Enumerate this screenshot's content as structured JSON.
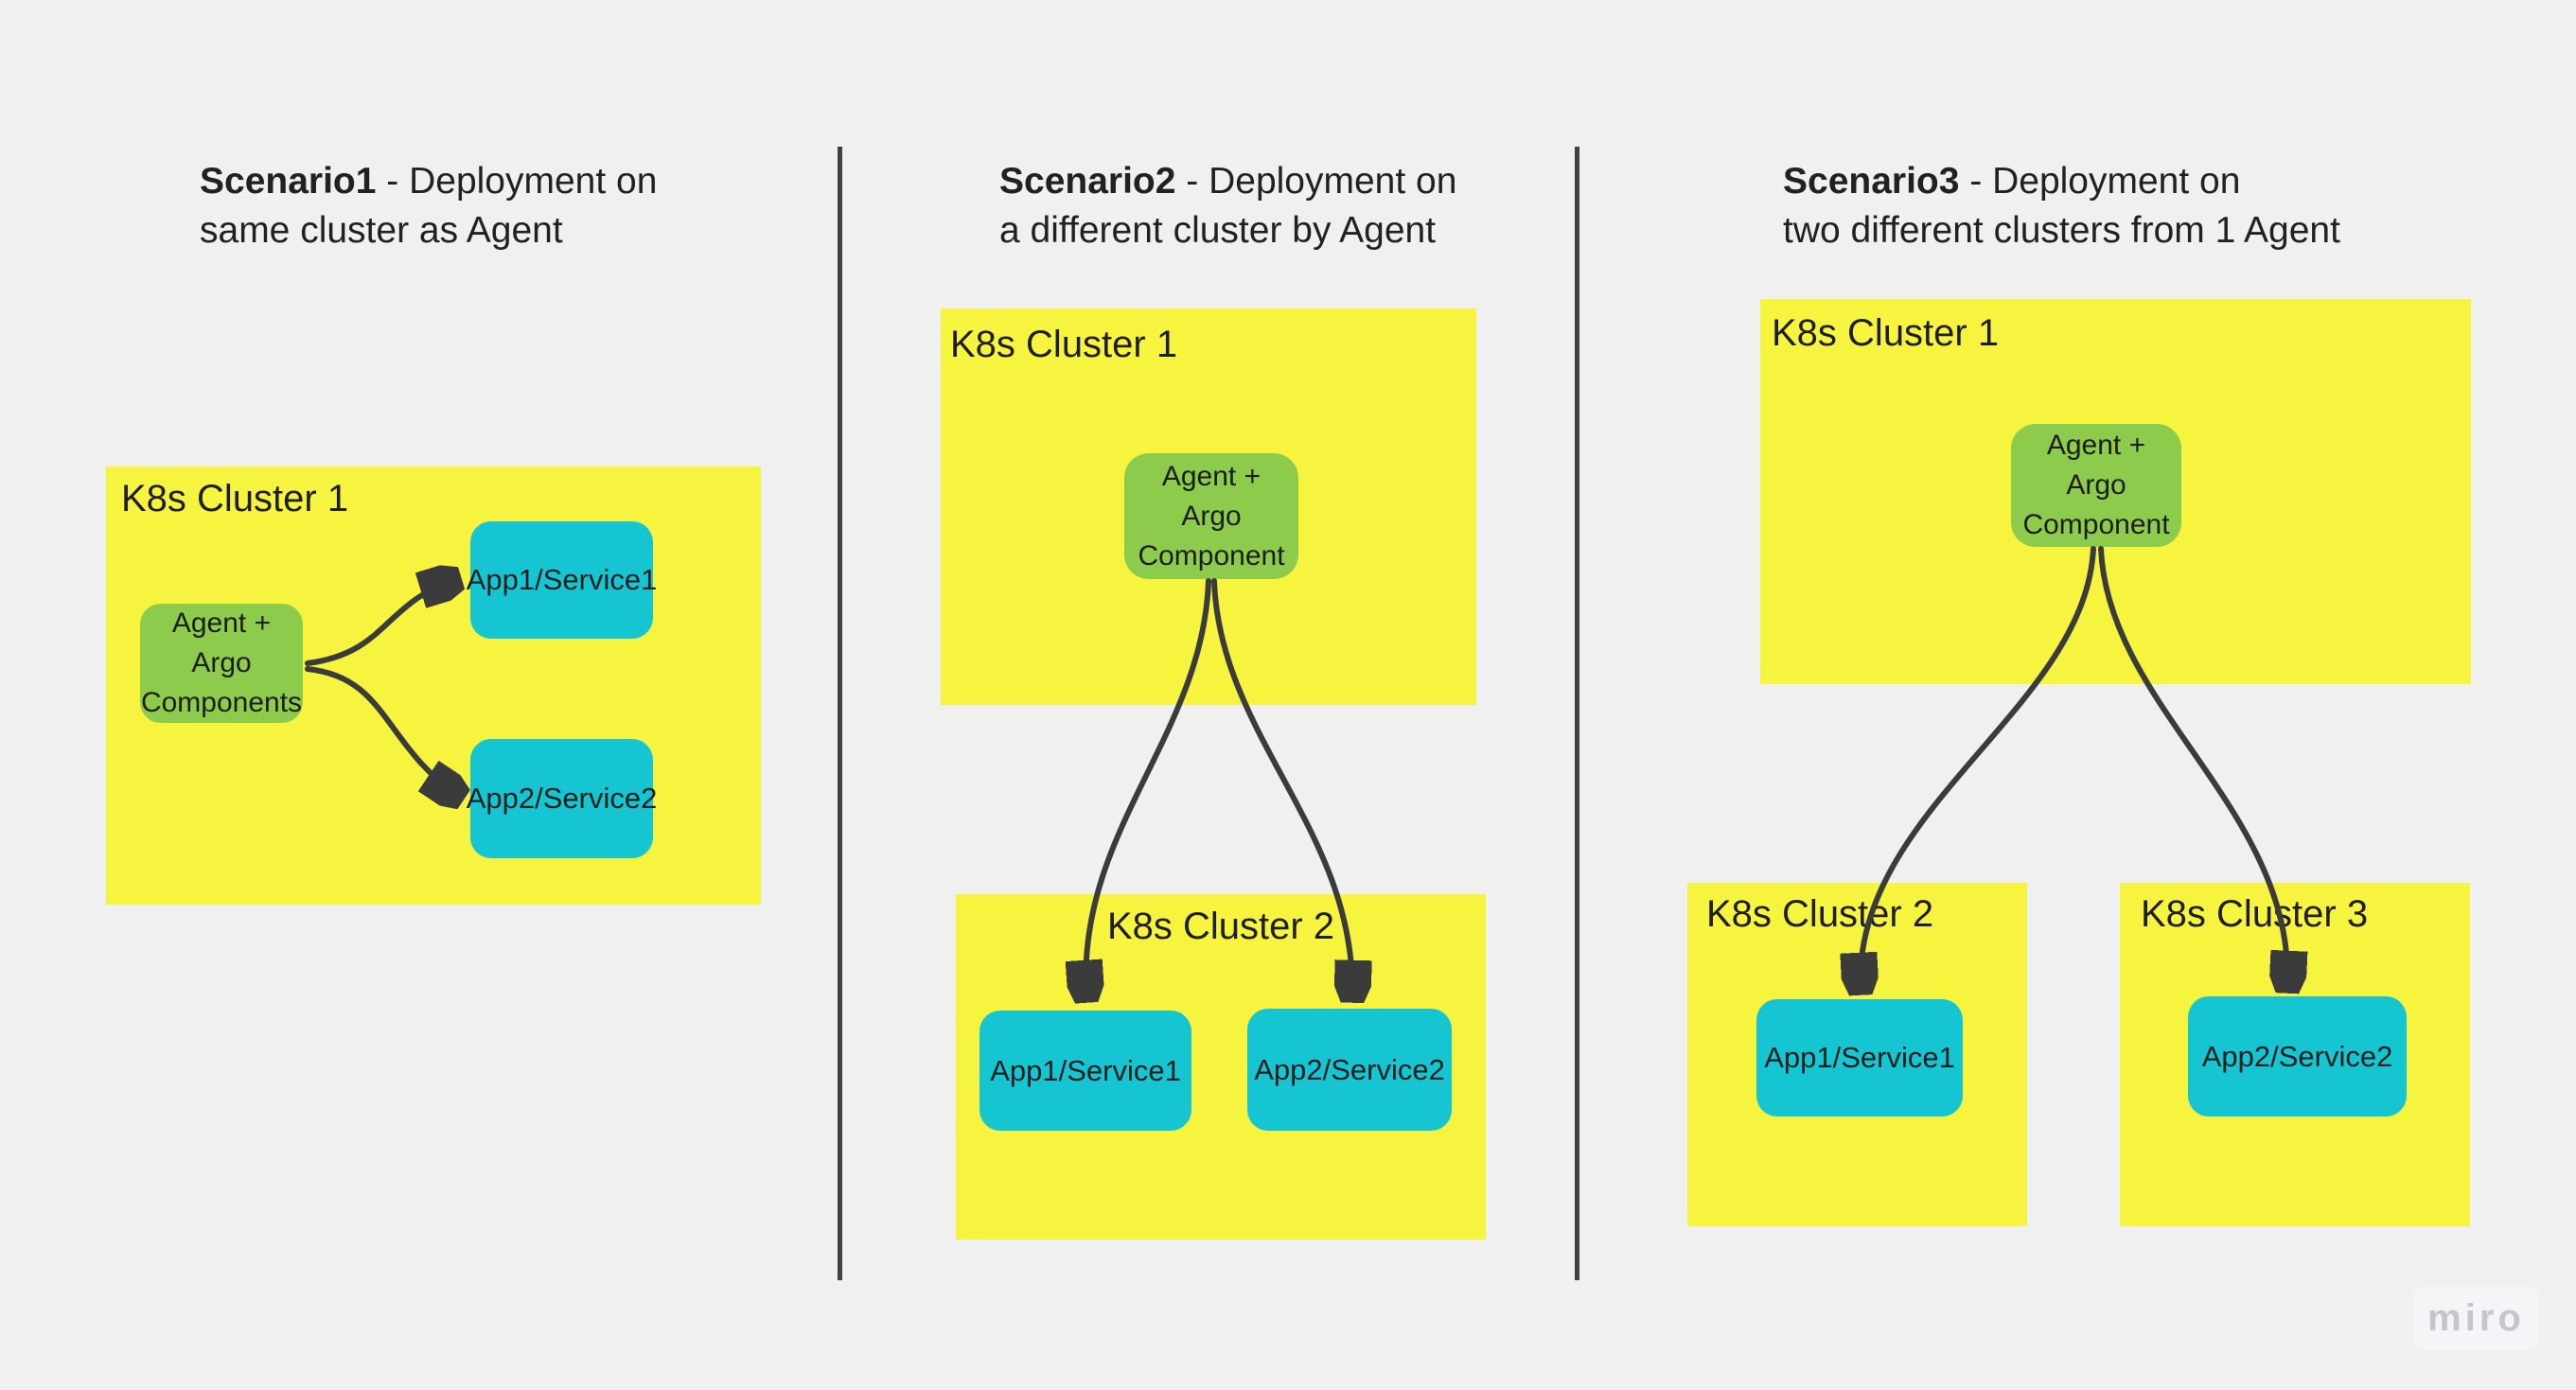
{
  "colors": {
    "background": "#F0F0F1",
    "sticky_yellow": "#F6F43E",
    "shape_green": "#8CCB4B",
    "shape_cyan": "#15C6D2",
    "connector_dark": "#3B3B3B",
    "divider_dark": "#3F3F3F",
    "text_dark": "#1D1D1D",
    "watermark_gray": "#C5C5CE"
  },
  "watermark": {
    "label": "miro"
  },
  "scenarios": [
    {
      "title": {
        "bold": "Scenario1",
        "line1_rest": " - Deployment on",
        "line2": "same cluster as Agent"
      },
      "cluster1": {
        "label": "K8s Cluster 1"
      },
      "agent": {
        "lines": [
          "Agent + Argo",
          "Components"
        ]
      },
      "apps": [
        "App1/Service1",
        "App2/Service2"
      ]
    },
    {
      "title": {
        "bold": "Scenario2",
        "line1_rest": " - Deployment on",
        "line2": "a different cluster by Agent"
      },
      "cluster1": {
        "label": "K8s Cluster 1"
      },
      "cluster2": {
        "label": "K8s Cluster 2"
      },
      "agent": {
        "lines": [
          "Agent +",
          "Argo",
          "Component"
        ]
      },
      "apps": [
        "App1/Service1",
        "App2/Service2"
      ]
    },
    {
      "title": {
        "bold": "Scenario3",
        "line1_rest": " - Deployment on",
        "line2": "two different clusters from 1 Agent"
      },
      "cluster1": {
        "label": "K8s Cluster 1"
      },
      "cluster2": {
        "label": "K8s Cluster 2"
      },
      "cluster3": {
        "label": "K8s Cluster 3"
      },
      "agent": {
        "lines": [
          "Agent +",
          "Argo",
          "Component"
        ]
      },
      "apps": [
        "App1/Service1",
        "App2/Service2"
      ]
    }
  ]
}
